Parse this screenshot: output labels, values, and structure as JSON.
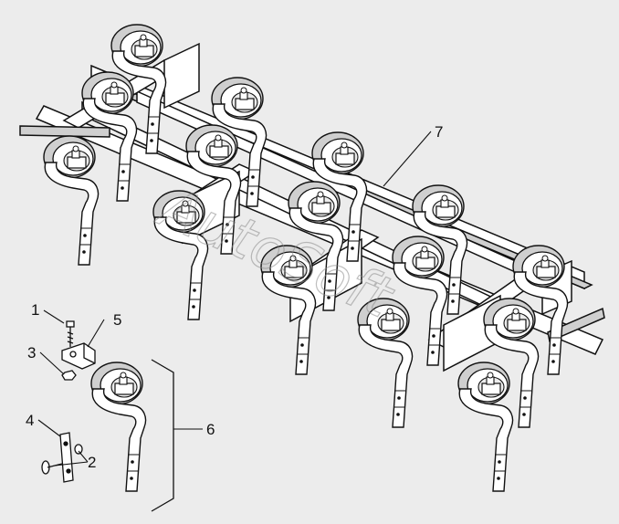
{
  "diagram": {
    "watermark": "AutoSoft",
    "callouts": [
      {
        "id": "1",
        "text": "1"
      },
      {
        "id": "2",
        "text": "2"
      },
      {
        "id": "3",
        "text": "3"
      },
      {
        "id": "4",
        "text": "4"
      },
      {
        "id": "5",
        "text": "5"
      },
      {
        "id": "6",
        "text": "6"
      },
      {
        "id": "7",
        "text": "7"
      }
    ],
    "colors": {
      "background": "#ececec",
      "line": "#111111",
      "part_fill": "#ffffff",
      "shadow_fill": "#cfcfcf",
      "watermark": "#8a8a8a"
    }
  }
}
